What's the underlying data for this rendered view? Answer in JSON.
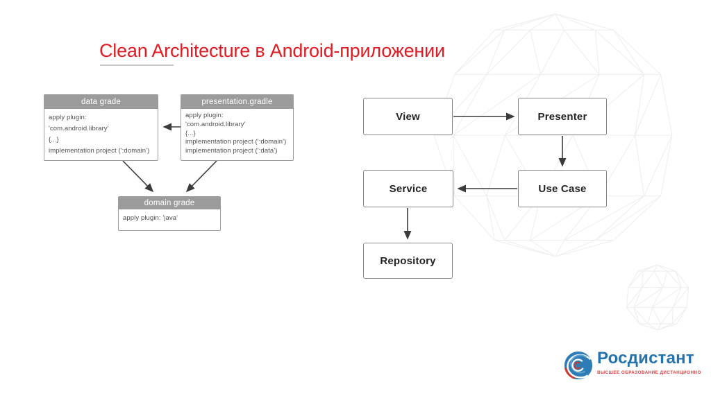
{
  "title": {
    "text": "Clean Architecture в Android-приложении"
  },
  "gradle_diagram": {
    "data_gradle": {
      "header": "data grade",
      "lines": [
        "apply plugin:",
        "'com.android.library'",
        "{...}",
        "implementation project (':domain')"
      ]
    },
    "presentation_gradle": {
      "header": "presentation.gradle",
      "lines": [
        "apply plugin:",
        "'com.android.library'",
        "{...}",
        "implementation project (':domain')",
        "implementation project (':data')"
      ]
    },
    "domain_gradle": {
      "header": "domain grade",
      "lines": [
        "apply plugin: 'java'"
      ]
    },
    "edges": [
      {
        "from": "presentation_gradle",
        "to": "data_gradle"
      },
      {
        "from": "data_gradle",
        "to": "domain_gradle"
      },
      {
        "from": "presentation_gradle",
        "to": "domain_gradle"
      }
    ]
  },
  "architecture_diagram": {
    "nodes": {
      "view": "View",
      "presenter": "Presenter",
      "service": "Service",
      "use_case": "Use Case",
      "repository": "Repository"
    },
    "edges": [
      {
        "from": "view",
        "to": "presenter"
      },
      {
        "from": "presenter",
        "to": "use_case"
      },
      {
        "from": "use_case",
        "to": "service"
      },
      {
        "from": "service",
        "to": "repository"
      }
    ]
  },
  "logo": {
    "name": "Росдистант",
    "tagline": "ВЫСШЕЕ ОБРАЗОВАНИЕ ДИСТАНЦИОННО"
  },
  "colors": {
    "title_red": "#e01b22",
    "box_header_gray": "#9b9b9b",
    "arrow_gray": "#3b3b3b",
    "logo_blue": "#2573ae",
    "tagline_red": "#d94040",
    "wireframe_gray": "#f0f0f1"
  }
}
